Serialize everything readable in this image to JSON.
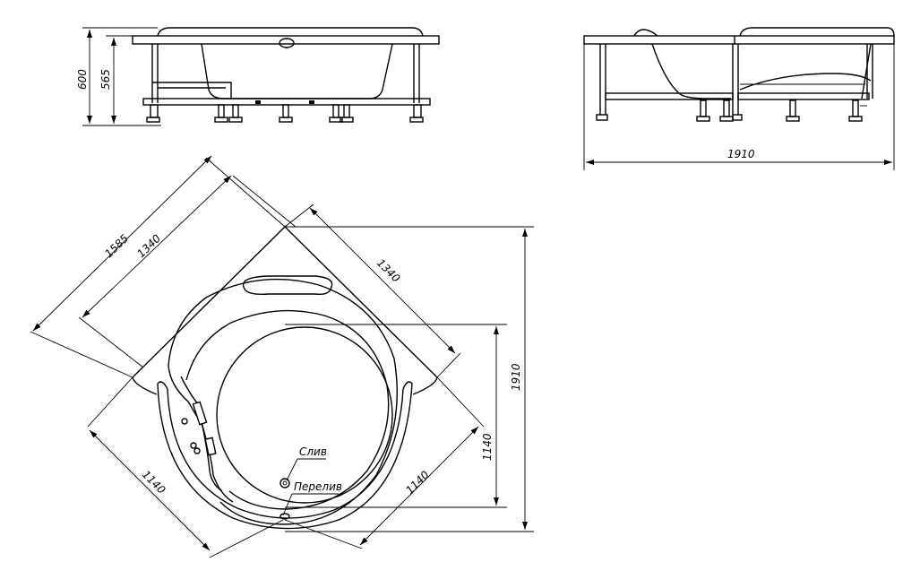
{
  "dimensions": {
    "height_total": "600",
    "height_rim": "565",
    "side_length": "1910",
    "diag_outer": "1585",
    "diag_inner": "1340",
    "edge_right": "1340",
    "edge_bottom_left": "1140",
    "edge_bottom_right": "1140",
    "height_right_outer": "1910",
    "height_right_inner": "1140"
  },
  "labels": {
    "drain": "Слив",
    "overflow": "Перелив"
  },
  "colors": {
    "line": "#000000",
    "background": "#ffffff"
  }
}
